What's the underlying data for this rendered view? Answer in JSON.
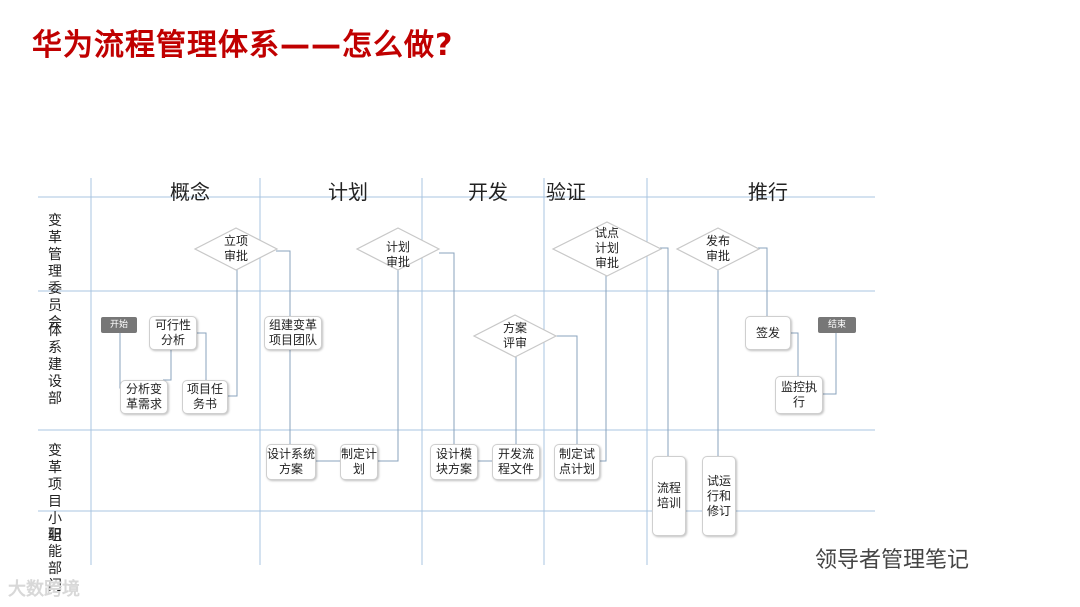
{
  "title": "华为流程管理体系——怎么做?",
  "phases": [
    "概念",
    "计划",
    "开发",
    "验证",
    "推行"
  ],
  "lanes": [
    "变革管理委员会",
    "体系建设部",
    "变革项目小组",
    "职能部门"
  ],
  "decisions": {
    "lixiang": "立项审批",
    "jihua": "计划审批",
    "fangan": "方案评审",
    "shidian": "试点计划审批",
    "fabu": "发布审批"
  },
  "tasks": {
    "kexingxing": "可行性分析",
    "fenxi": "分析变革需求",
    "xiangmu_renwu": "项目任务书",
    "zujian": "组建变革项目团队",
    "sheji_xitong": "设计系统方案",
    "zhiding_jihua": "制定计划",
    "sheji_mokuai": "设计模块方案",
    "kaifa_liucheng": "开发流程文件",
    "zhiding_shidian": "制定试点计划",
    "liucheng_peixun": "流程培训",
    "shiyunxing": "试运行和修订",
    "qianfa": "签发",
    "jiankong": "监控执行"
  },
  "terminals": {
    "start": "开始",
    "end": "结束"
  },
  "watermarks": {
    "right": "领导者管理笔记",
    "left": "大数跨境"
  },
  "colors": {
    "title": "#c00000",
    "grid": "#a9c4e0",
    "terminal": "#777777"
  }
}
